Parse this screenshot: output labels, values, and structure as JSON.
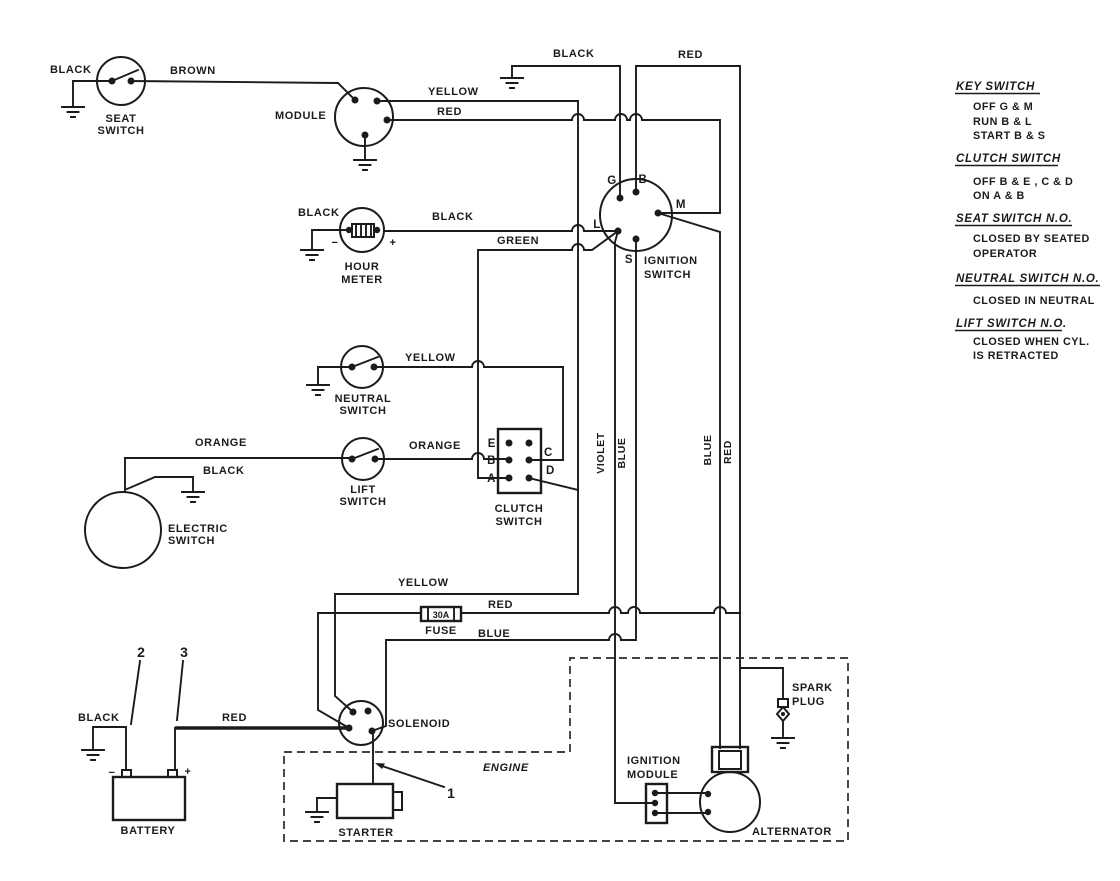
{
  "wire_labels": {
    "seat_ground": "BLACK",
    "seat_to_module": "BROWN",
    "module_yellow": "YELLOW",
    "module_red": "RED",
    "ignition_ground": "BLACK",
    "ignition_feed": "RED",
    "hour_meter_ground": "BLACK",
    "hour_meter_signal": "BLACK",
    "green": "GREEN",
    "neutral_out": "YELLOW",
    "lift_in": "ORANGE",
    "lift_out": "ORANGE",
    "electric_ground": "BLACK",
    "violet": "VIOLET",
    "blue_start": "BLUE",
    "blue_mag": "BLUE",
    "red_b": "RED",
    "yellow_kill": "YELLOW",
    "red_fused": "RED",
    "blue_solenoid": "BLUE",
    "battery_ground": "BLACK",
    "battery_positive": "RED"
  },
  "polarity": {
    "minus": "−",
    "plus": "+"
  },
  "ignition_pins": {
    "g": "G",
    "b": "B",
    "m": "M",
    "l": "L",
    "s": "S"
  },
  "clutch_pins": {
    "e": "E",
    "b": "B",
    "a": "A",
    "c": "C",
    "d": "D"
  },
  "callouts": {
    "starter_cable": "1",
    "battery_neg": "2",
    "battery_pos": "3"
  },
  "fuse": {
    "rating": "30A",
    "label": "FUSE"
  },
  "components": {
    "seat_switch": [
      "SEAT",
      "SWITCH"
    ],
    "module": "MODULE",
    "hour_meter": [
      "HOUR",
      "METER"
    ],
    "neutral_switch": [
      "NEUTRAL",
      "SWITCH"
    ],
    "lift_switch": [
      "LIFT",
      "SWITCH"
    ],
    "electric_switch": [
      "ELECTRIC",
      "SWITCH"
    ],
    "clutch_switch": [
      "CLUTCH",
      "SWITCH"
    ],
    "ignition_switch": [
      "IGNITION",
      "SWITCH"
    ],
    "solenoid": "SOLENOID",
    "battery": "BATTERY",
    "starter": "STARTER",
    "engine": "ENGINE",
    "ignition_module": [
      "IGNITION",
      "MODULE"
    ],
    "alternator": "ALTERNATOR",
    "spark_plug": [
      "SPARK",
      "PLUG"
    ]
  },
  "legend": {
    "sections": [
      {
        "title": "KEY SWITCH",
        "lines": [
          "OFF  G & M",
          "RUN  B & L",
          "START  B & S"
        ]
      },
      {
        "title": "CLUTCH SWITCH",
        "lines": [
          "OFF  B & E ,  C & D",
          "ON  A & B"
        ]
      },
      {
        "title": "SEAT SWITCH  N.O.",
        "lines": [
          "CLOSED BY SEATED",
          "OPERATOR"
        ]
      },
      {
        "title": "NEUTRAL SWITCH  N.O.",
        "lines": [
          "CLOSED IN NEUTRAL"
        ]
      },
      {
        "title": "LIFT SWITCH  N.O.",
        "lines": [
          "CLOSED WHEN CYL.",
          "IS RETRACTED"
        ]
      }
    ]
  }
}
